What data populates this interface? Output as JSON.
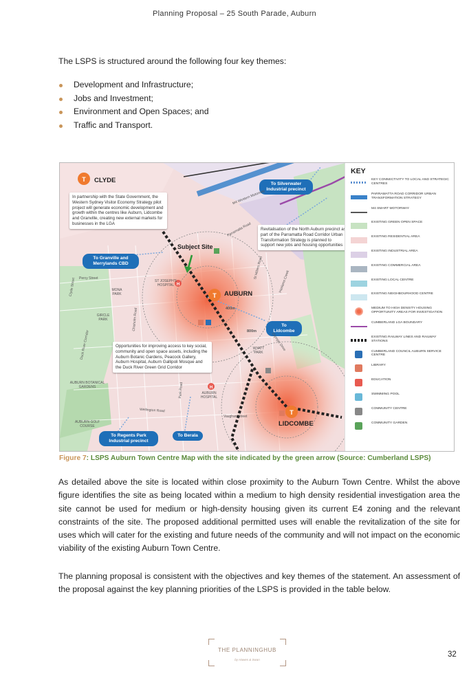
{
  "header": {
    "title": "Planning Proposal – 25 South Parade, Auburn"
  },
  "intro": "The LSPS is structured around the following four key themes:",
  "themes": [
    "Development and Infrastructure;",
    "Jobs and Investment;",
    "Environment and Open Spaces; and",
    "Traffic and Transport."
  ],
  "map": {
    "towns": {
      "clyde": "CLYDE",
      "auburn": "AUBURN",
      "lidcombe": "LIDCOMBE"
    },
    "subject_site": "Subject Site",
    "callouts": {
      "western_sydney": "In partnership with the State Government, the Western Sydney Visitor Economy Strategy pilot project will generate economic development and growth within the centres like Auburn, Lidcombe and Granville, creating new external markets for businesses in the LGA",
      "north_auburn": "Revitalisation of the North Auburn precinct as part of the Parramatta Road Corridor Urban Transformation Strategy is planned to support new jobs and housing opportunities",
      "open_space": "Opportunities for improving access to key social, community and open space assets, including the Auburn Botanic Gardens, Peacock Gallery, Auburn Hospital, Auburn Gallipoli Mosque and the Duck River Green Grid Corridor"
    },
    "bubbles": {
      "silverwater": "To Silverwater Industrial precinct",
      "granville": "To Granville and Merrylands CBD",
      "lidcombe": "To Lidcombe",
      "regents_park": "To Regents Park Industrial precinct",
      "berala": "To Berala"
    },
    "distances": {
      "d400": "400m",
      "d800": "800m"
    },
    "places": {
      "st_josephs": "ST JOSEPH'S HOSPITAL",
      "mona_park": "MONA PARK",
      "gircle_park": "GIRCLE PARK",
      "auburn_hospital": "AUBURN HOSPITAL",
      "botanic": "AUBURN BOTANICAL GARDENS",
      "golf": "AUBURN GOLF COURSE",
      "wyatt": "WYATT PARK",
      "m4": "M4 Western Motorway",
      "parramatta_rd": "Parramatta Road",
      "wellington": "Wellington Road",
      "vaughan": "Vaughan Street",
      "st_hilliers": "St Hilliers Road",
      "olympic": "Olympic Drive",
      "duck_river": "Duck River Corridor",
      "clyde_st": "Clyde Street",
      "chisholm": "Chisholm Road",
      "park_road": "Park Road",
      "percy": "Percy Street",
      "haslams": "Haslams Creek"
    },
    "key": {
      "title": "KEY",
      "items": [
        {
          "label": "KEY CONNECTIVITY TO LOCAL AND STRATEGIC CENTRES",
          "sym": "arrow-dots",
          "color": "#5b8fd0"
        },
        {
          "label": "PARRAMATTA ROAD CORRIDOR URBAN TRANSFORMATION STRATEGY",
          "sym": "band",
          "color": "#3a82c9"
        },
        {
          "label": "M4 SMART MOTORWAY",
          "sym": "line",
          "color": "#555555"
        },
        {
          "label": "EXISTING GREEN OPEN SPACE",
          "sym": "fill",
          "color": "#c7e3c2"
        },
        {
          "label": "EXISTING RESIDENTIAL AREA",
          "sym": "fill",
          "color": "#f4d4d4"
        },
        {
          "label": "EXISTING INDUSTRIAL AREA",
          "sym": "fill",
          "color": "#dcd0e6"
        },
        {
          "label": "EXISTING COMMERCIAL AREA",
          "sym": "fill",
          "color": "#aab6c2"
        },
        {
          "label": "EXISTING LOCAL CENTRE",
          "sym": "fill",
          "color": "#9dd3e0"
        },
        {
          "label": "EXISTING NEIGHBOURHOOD CENTRE",
          "sym": "fill",
          "color": "#cde7f0"
        },
        {
          "label": "MEDIUM TO HIGH DENSITY HOUSING OPPORTUNITY AREAS FOR INVESTIGATION",
          "sym": "glow",
          "color": "#f26b4a"
        },
        {
          "label": "CUMBERLAND LGA BOUNDARY",
          "sym": "line",
          "color": "#9b4aa8"
        },
        {
          "label": "EXISTING RAILWAY LINES AND RAILWAY STATIONS",
          "sym": "rail",
          "color": "#222222"
        },
        {
          "label": "CUMBERLAND COUNCIL AUBURN SERVICE CENTRE",
          "sym": "icon",
          "color": "#2a6fb5"
        },
        {
          "label": "LIBRARY",
          "sym": "icon",
          "color": "#e07a5f"
        },
        {
          "label": "EDUCATION",
          "sym": "icon",
          "color": "#e85a50"
        },
        {
          "label": "SWIMMING POOL",
          "sym": "icon",
          "color": "#69b8d8"
        },
        {
          "label": "COMMUNITY CENTRE",
          "sym": "icon",
          "color": "#888888"
        },
        {
          "label": "COMMUNITY GARDEN",
          "sym": "icon",
          "color": "#5aa35a"
        }
      ]
    }
  },
  "caption": {
    "figure": "Figure 7",
    "text": ": LSPS Auburn Town Centre Map with the site indicated by the green arrow (Source: Cumberland LSPS)"
  },
  "paragraphs": [
    "As detailed above the site is located within close proximity to the Auburn Town Centre. Whilst the above figure identifies the site as being located within a medium to high density residential investigation area the site cannot be used for medium or high-density housing given its current E4 zoning and the relevant constraints of the site. The proposed additional permitted uses will enable the revitalization of the site for uses which will cater for the existing and future needs of the community and will not impact on the economic viability of the existing Auburn Town Centre.",
    "The planning proposal is consistent with the objectives and key themes of the statement. An assessment of the proposal against the key planning priorities of the LSPS is provided in the table below."
  ],
  "footer": {
    "logo": "THE PLANNINGHUB",
    "tagline": "by Hawes & Swan",
    "page_number": "32"
  }
}
